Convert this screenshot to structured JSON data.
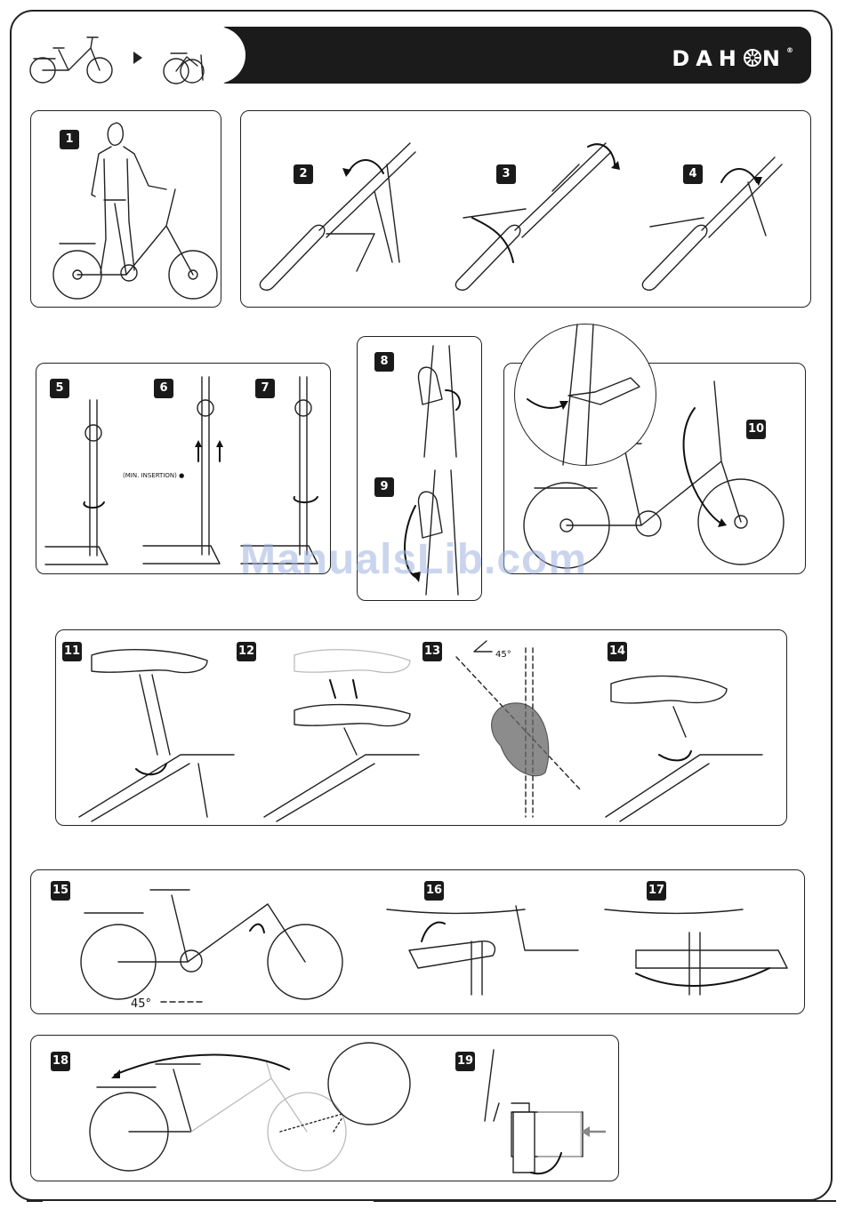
{
  "header": {
    "brand_logo_text": "DAH",
    "brand_logo_tail": "N",
    "registered_mark": "®"
  },
  "steps": [
    "1",
    "2",
    "3",
    "4",
    "5",
    "6",
    "7",
    "8",
    "9",
    "10",
    "11",
    "12",
    "13",
    "14",
    "15",
    "16",
    "17",
    "18",
    "19"
  ],
  "labels": {
    "min_insertion": "(MIN. INSERTION) ●",
    "angle_45_step13": "45°",
    "angle_45_step15": "45°"
  },
  "watermark": "ManualsLib.com",
  "colors": {
    "header_bg": "#1b1b1b",
    "step_badge_bg": "#1a1a1a",
    "watermark": "#9fb3df"
  }
}
